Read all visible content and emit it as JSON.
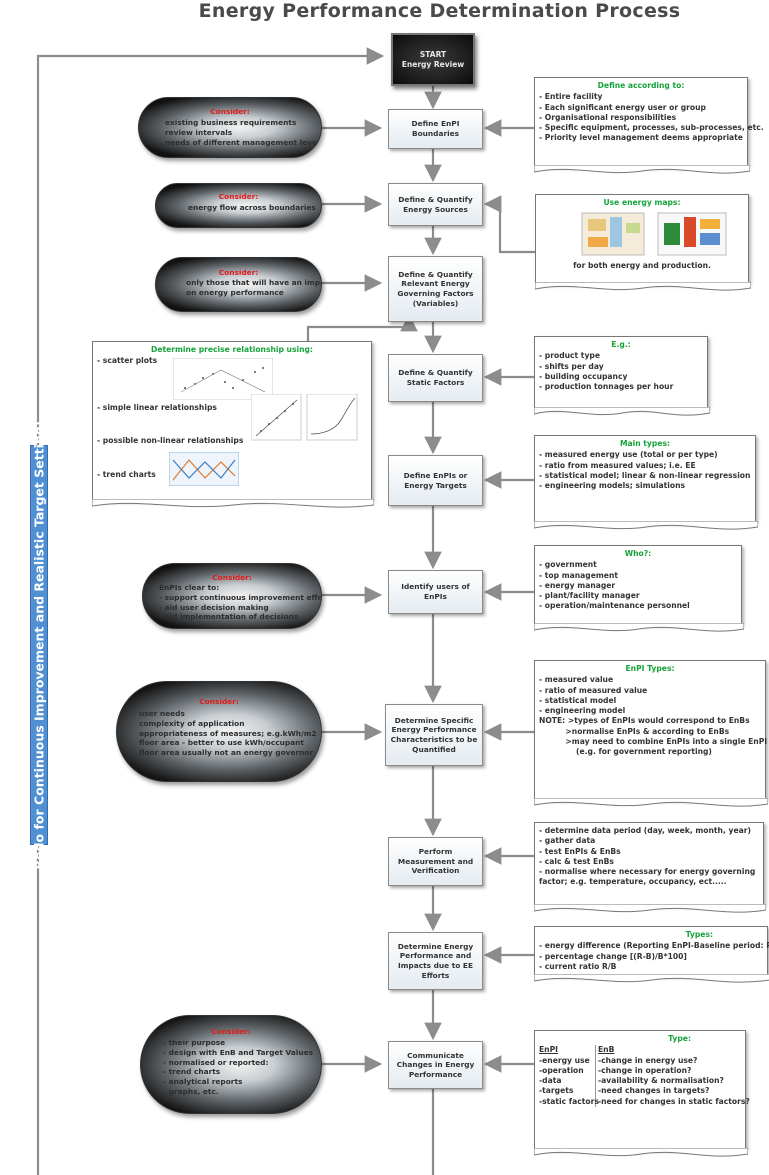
{
  "title": "Energy Performance Determination Process",
  "sidebar_label": "Redo for Continuous Improvement and Realistic Target Setting!",
  "start": {
    "line1": "START",
    "line2": "Energy Review"
  },
  "steps": [
    {
      "label": "Define EnPI Boundaries"
    },
    {
      "label": "Define & Quantify Energy Sources"
    },
    {
      "label": "Define & Quantify Relevant Energy Governing Factors (Variables)"
    },
    {
      "label": "Define & Quantify Static Factors"
    },
    {
      "label": "Define EnPIs or Energy Targets"
    },
    {
      "label": "Identify users of EnPIs"
    },
    {
      "label": "Determine Specific Energy Performance Characteristics to be Quantified"
    },
    {
      "label": "Perform Measurement and Verification"
    },
    {
      "label": "Determine Energy Performance and Impacts due to EE Efforts"
    },
    {
      "label": "Communicate Changes in Energy Performance"
    }
  ],
  "considers": [
    {
      "title": "Consider:",
      "lines": [
        "existing business requirements",
        "review intervals",
        "needs of different management levels"
      ]
    },
    {
      "title": "Consider:",
      "lines": [
        "energy flow across boundaries"
      ]
    },
    {
      "title": "Consider:",
      "lines": [
        "only those that will have an impact",
        "on energy performance"
      ]
    },
    {
      "title": "Consider:",
      "lines": [
        "EnPIs clear to:",
        "- support continuous improvement efforts",
        "- aid user decision making",
        "- aid implementation of decisions"
      ]
    },
    {
      "title": "Consider:",
      "lines": [
        "user needs",
        "complexity of application",
        "appropriateness of measures; e.g.kWh/m2",
        "floor area - better to use kWh/occupant",
        "floor area usually not an energy governor"
      ]
    },
    {
      "title": "Consider:",
      "lines": [
        "- their purpose",
        "- design with EnB and Target Values",
        "- normalised or reported:",
        "- trend charts",
        "- analytical reports",
        "- graphs, etc."
      ]
    }
  ],
  "notes": {
    "boundaries": {
      "header": "Define according to:",
      "lines": [
        "- Entire facility",
        "- Each significant energy user or group",
        "- Organisational responsibilities",
        "- Specific equipment, processes, sub-processes, etc.",
        "- Priority level management deems appropriate"
      ]
    },
    "sources": {
      "header": "Use energy maps:",
      "lines": [
        "for both energy and production."
      ]
    },
    "relationship": {
      "header": "Determine precise relationship using:",
      "lines": [
        "- scatter plots",
        "- simple linear relationships",
        "- possible non-linear relationships",
        "- trend charts"
      ]
    },
    "static": {
      "header": "E.g.:",
      "lines": [
        "- product type",
        "- shifts per day",
        "- building occupancy",
        "- production tonnages per hour"
      ]
    },
    "enpis": {
      "header": "Main types:",
      "lines": [
        "- measured energy use (total or per type)",
        "- ratio from measured values; i.e. EE",
        "- statistical model; linear & non-linear regression",
        "- engineering models; simulations"
      ]
    },
    "users": {
      "header": "Who?:",
      "lines": [
        "- government",
        "- top management",
        "- energy manager",
        "- plant/facility manager",
        "- operation/maintenance personnel"
      ]
    },
    "types": {
      "header": "EnPI Types:",
      "lines": [
        "- measured value",
        "- ratio of measured value",
        "- statistical model",
        "- engineering model",
        "NOTE: >types of EnPIs would correspond to EnBs",
        "          >normalise EnPIs & according to EnBs",
        "          >may need to combine EnPIs into a single EnPI",
        "              (e.g. for government reporting)"
      ]
    },
    "measurement": {
      "header": "",
      "lines": [
        "- determine data period (day, week, month, year)",
        "- gather data",
        "- test EnPIs & EnBs",
        "- calc & test EnBs",
        "- normalise where necessary for energy governing",
        "factor; e.g. temperature, occupancy, ect....."
      ]
    },
    "impacts": {
      "header": "Types:",
      "lines": [
        "- energy difference (Reporting EnPI-Baseline period: R-B)",
        "- percentage change [(R-B)/B*100]",
        "- current ratio R/B"
      ]
    },
    "communicate": {
      "header": "Type:",
      "col1_header": "EnPI",
      "col2_header": "EnB",
      "col1": [
        "-energy use",
        "-operation",
        "-data",
        "-targets",
        "-static factors"
      ],
      "col2": [
        "-change in energy use?",
        "-change in operation?",
        "-availability & normalisation?",
        "-need changes in targets?",
        "-need for changes in static factors?"
      ]
    }
  },
  "colors": {
    "note_header": "#15a33a",
    "consider_title": "#e11b1b",
    "sidebar": "#4f8fd2",
    "line": "#8c8c8c"
  }
}
